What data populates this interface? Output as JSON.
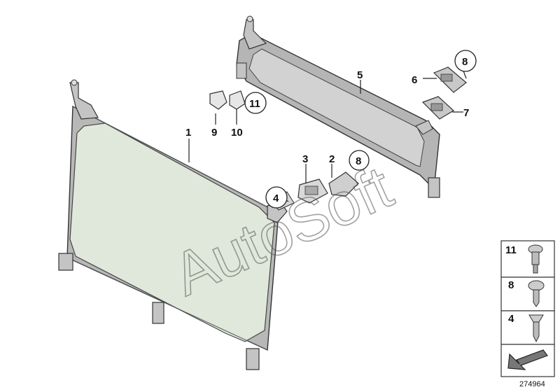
{
  "callouts": {
    "c1": "1",
    "c2": "2",
    "c3": "3",
    "c4": "4",
    "c5": "5",
    "c6": "6",
    "c7": "7",
    "c8a": "8",
    "c8b": "8",
    "c9": "9",
    "c10": "10",
    "c11": "11"
  },
  "legend": [
    {
      "number": "11",
      "icon": "shoulder-screw-icon"
    },
    {
      "number": "8",
      "icon": "pan-head-screw-icon"
    },
    {
      "number": "4",
      "icon": "countersunk-screw-icon"
    }
  ],
  "figure_id": "274964",
  "watermark": "AutoSoft",
  "colors": {
    "net_fill": "#dfe8da",
    "cover_fill": "#c9c9c9",
    "frame": "#8a8a8a",
    "outline": "#333333"
  }
}
